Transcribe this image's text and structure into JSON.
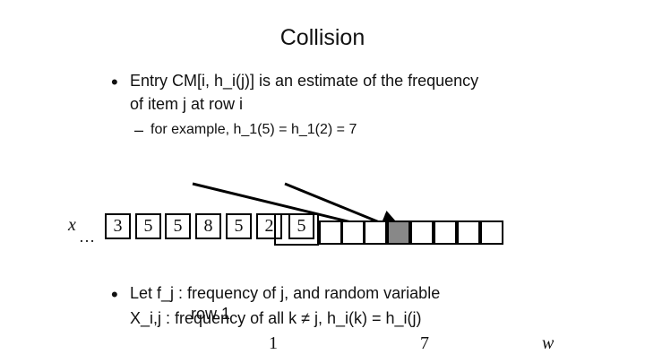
{
  "slide": {
    "title": "Collision",
    "bullet1": {
      "symbol": "•",
      "line1": "Entry CM[i, h_i(j)] is an estimate of the frequency",
      "line2": "of item j at row i",
      "sub_symbol": "–",
      "sub": "for example, h_1(5) = h_1(2) = 7"
    },
    "stream": {
      "var": "x",
      "ellipsis": "…",
      "values": [
        "3",
        "5",
        "5",
        "8",
        "5",
        "2",
        "5"
      ]
    },
    "bullet2": {
      "symbol": "•",
      "line1": "Let f_j : frequency of j, and random variable",
      "line2": "X_i,j : frequency of all k ≠ j, h_i(k) = h_i(j)",
      "overlay": "row 1"
    },
    "axis": {
      "left": "1",
      "mid": "7",
      "right": "w"
    }
  }
}
